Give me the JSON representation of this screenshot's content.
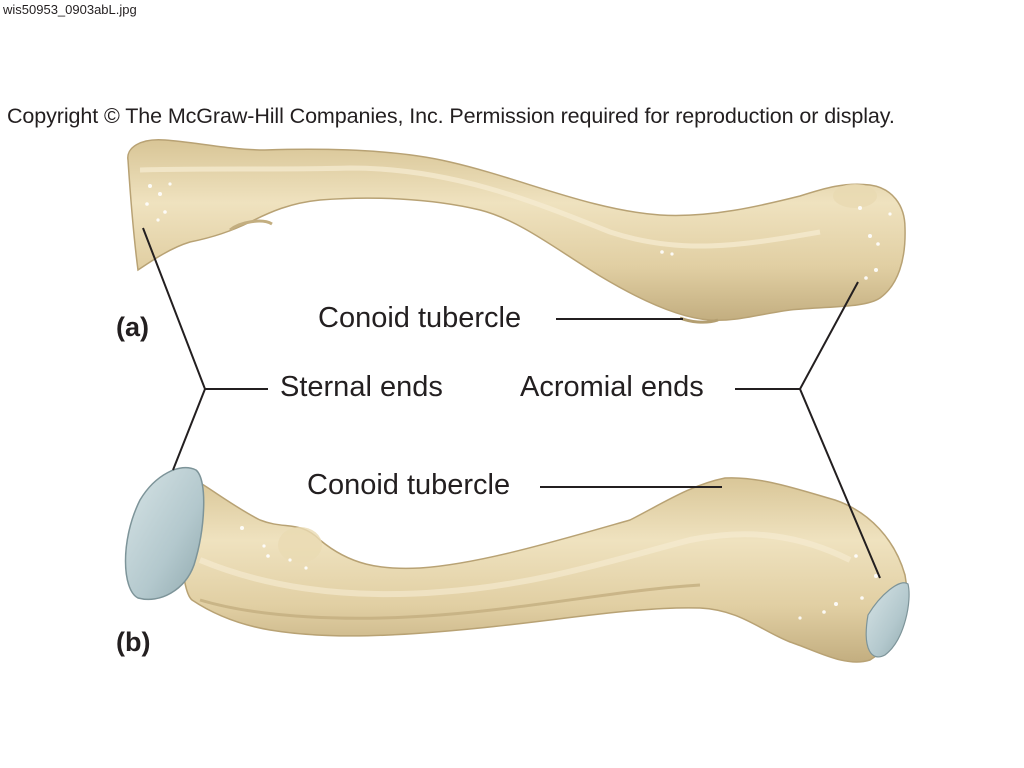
{
  "file_name": "wis50953_0903abL.jpg",
  "copyright": "Copyright © The McGraw-Hill Companies, Inc.  Permission required for reproduction or display.",
  "panels": {
    "a": "(a)",
    "b": "(b)"
  },
  "labels": {
    "conoid_top": "Conoid tubercle",
    "sternal": "Sternal ends",
    "acromial": "Acromial ends",
    "conoid_bottom": "Conoid tubercle"
  },
  "colors": {
    "bone": "#e3d3a8",
    "bone_shade": "#c9b68a",
    "cartilage": "#b7cbd0",
    "line": "#231f20"
  }
}
